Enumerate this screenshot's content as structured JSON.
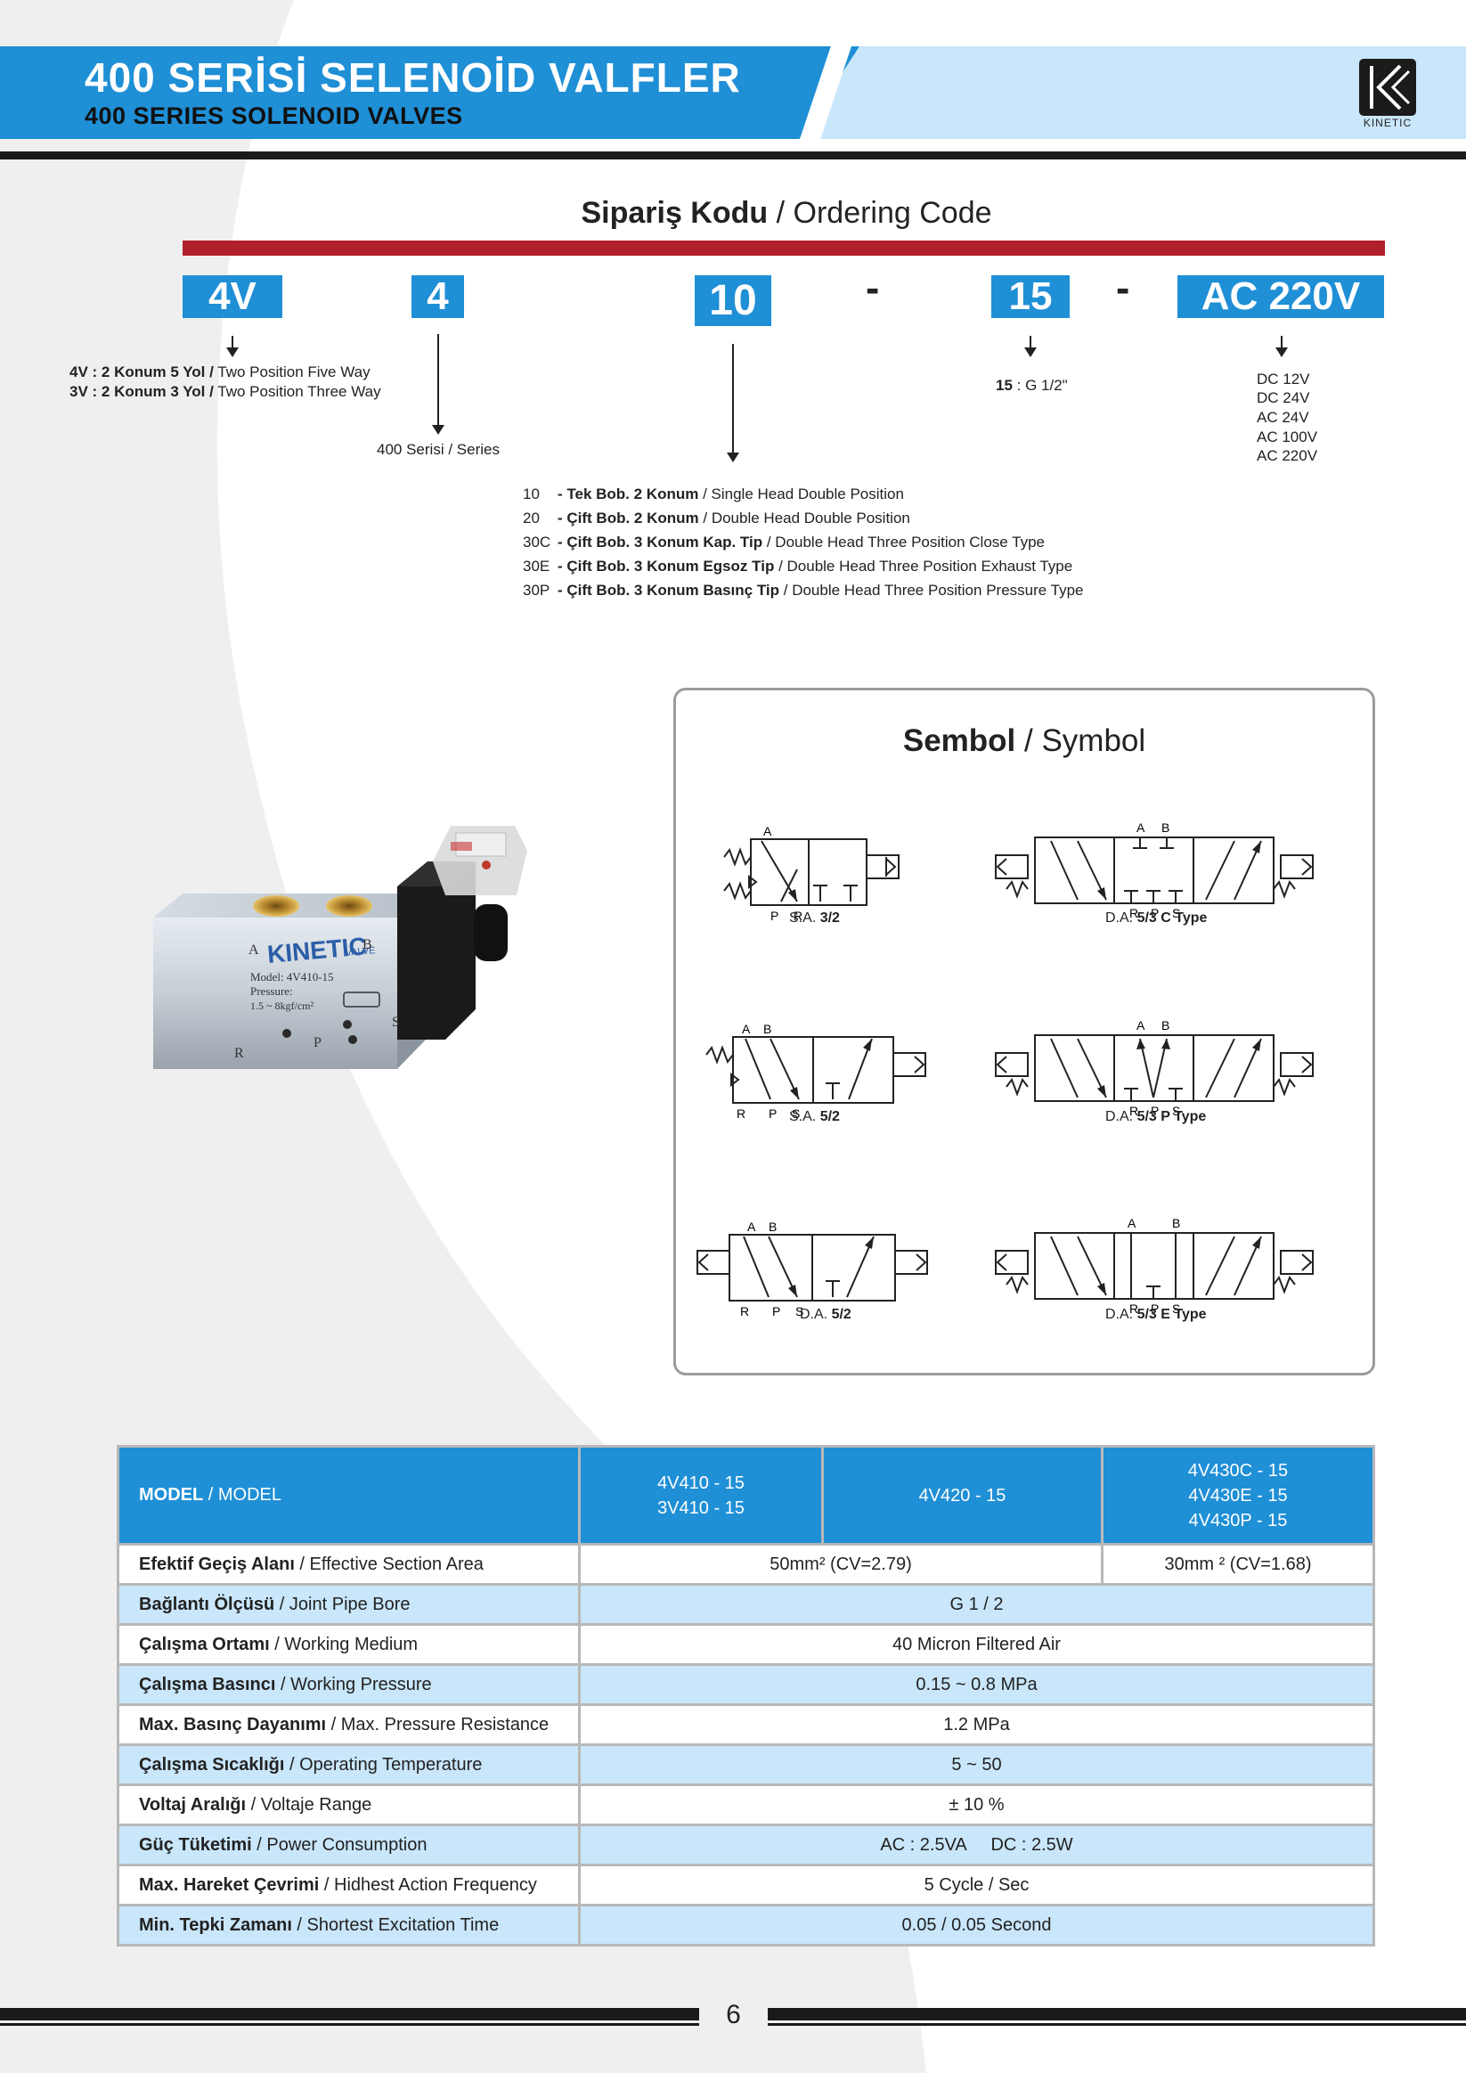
{
  "header": {
    "title_tr": "400 SERİSİ SELENOİD VALFLER",
    "title_en": "400 SERIES SOLENOID VALVES",
    "brand": "KINETIC"
  },
  "ordering": {
    "title_bold": "Sipariş Kodu",
    "title_rest": " / Ordering Code",
    "codes": [
      "4V",
      "4",
      "10",
      "15",
      "AC 220V"
    ],
    "dash": "-",
    "type_lines": [
      {
        "bold": "4V : 2 Konum 5 Yol /",
        "rest": " Two Position Five Way"
      },
      {
        "bold": "3V : 2 Konum 3 Yol /",
        "rest": " Two Position Three Way"
      }
    ],
    "series_bold": "400 Serisi",
    "series_rest": " / Series",
    "port_bold": "15",
    "port_rest": " : G 1/2\"",
    "voltages": [
      "DC 12V",
      "DC 24V",
      "AC 24V",
      "AC 100V",
      "AC 220V"
    ],
    "functions": [
      {
        "code": "10",
        "bold": "- Tek Bob. 2 Konum",
        "rest": " / Single Head  Double Position"
      },
      {
        "code": "20",
        "bold": "- Çift Bob. 2 Konum",
        "rest": " / Double Head Double Position"
      },
      {
        "code": "30C",
        "bold": "- Çift Bob. 3 Konum Kap. Tip",
        "rest": " / Double Head Three Position Close Type"
      },
      {
        "code": "30E",
        "bold": "- Çift Bob. 3 Konum Egsoz Tip",
        "rest": " / Double Head Three Position Exhaust Type"
      },
      {
        "code": "30P",
        "bold": "- Çift Bob. 3 Konum Basınç Tip",
        "rest": " / Double Head Three Position Pressure Type"
      }
    ]
  },
  "product": {
    "brand": "KINETIC",
    "brand_sub": "VALVE",
    "model_line": "Model: 4V410-15",
    "pressure_line": "Pressure:",
    "pressure_val": "1.5 ~ 8kgf/cm²",
    "port_a": "A",
    "port_b": "B",
    "port_r": "R",
    "port_p": "P",
    "port_s": "S"
  },
  "symbols": {
    "title_bold": "Sembol",
    "title_rest": " / Symbol",
    "items": [
      {
        "prefix": "S.A.",
        "label": "3/2"
      },
      {
        "prefix": "D.A.",
        "label": "5/3 C Type"
      },
      {
        "prefix": "S.A.",
        "label": "5/2"
      },
      {
        "prefix": "D.A.",
        "label": "5/3 P Type"
      },
      {
        "prefix": "D.A.",
        "label": "5/2"
      },
      {
        "prefix": "D.A.",
        "label": "5/3 E Type"
      }
    ],
    "port_labels": {
      "a": "A",
      "b": "B",
      "p": "P",
      "r": "R",
      "s": "S"
    }
  },
  "table": {
    "header": {
      "label_bold": "MODEL",
      "label_rest": " / MODEL",
      "col1": [
        "4V410 - 15",
        "3V410 - 15"
      ],
      "col2": [
        "4V420 - 15"
      ],
      "col3": [
        "4V430C - 15",
        "4V430E - 15",
        "4V430P - 15"
      ]
    },
    "rows": [
      {
        "bold": "Efektif Geçiş Alanı",
        "rest": " / Effective Section Area",
        "v1": "50mm² (CV=2.79)",
        "v2": "30mm ² (CV=1.68)"
      },
      {
        "bold": "Bağlantı Ölçüsü",
        "rest": " / Joint Pipe Bore",
        "v": "G 1 / 2"
      },
      {
        "bold": "Çalışma Ortamı",
        "rest": " / Working Medium",
        "v": "40 Micron Filtered Air"
      },
      {
        "bold": "Çalışma Basıncı",
        "rest": " / Working Pressure",
        "v": "0.15 ~ 0.8 MPa"
      },
      {
        "bold": "Max. Basınç Dayanımı",
        "rest": " / Max. Pressure Resistance",
        "v": "1.2 MPa"
      },
      {
        "bold": "Çalışma Sıcaklığı",
        "rest": " / Operating Temperature",
        "v": "5 ~ 50"
      },
      {
        "bold": "Voltaj Aralığı",
        "rest": " / Voltaje Range",
        "v": "± 10 %"
      },
      {
        "bold": "Güç Tüketimi",
        "rest": " / Power Consumption",
        "v": "AC : 2.5VA     DC : 2.5W"
      },
      {
        "bold": "Max. Hareket Çevrimi",
        "rest": " /  Hidhest Action Frequency",
        "v": "5 Cycle / Sec"
      },
      {
        "bold": "Min. Tepki Zamanı",
        "rest": " / Shortest Excitation Time",
        "v": "0.05 / 0.05 Second"
      }
    ]
  },
  "footer": {
    "page": "6"
  }
}
